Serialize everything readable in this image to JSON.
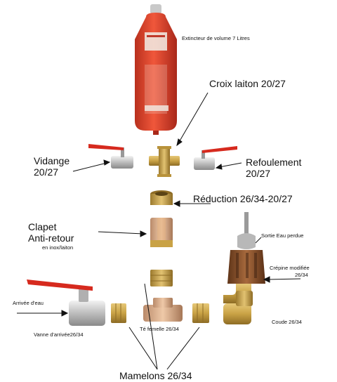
{
  "labels": {
    "extinguisher": "Extincteur de volume 7 Litres",
    "cross": "Croix laiton 20/27",
    "drain_l1": "Vidange",
    "drain_l2": "20/27",
    "discharge_l1": "Refoulement",
    "discharge_l2": "20/27",
    "reducer": "Réduction 26/34-20/27",
    "check_l1": "Clapet",
    "check_l2": "Anti-retour",
    "check_l3": "en inox/laiton",
    "waste_outlet": "Sortie Eau perdue",
    "strainer_l1": "Crépine modifiée",
    "strainer_l2": "26/34",
    "water_inlet": "Arrivée d'eau",
    "inlet_valve": "Vanne d'arrivée26/34",
    "tee": "Té femelle 26/34",
    "elbow": "Coude 26/34",
    "nipples": "Mamelons 26/34"
  },
  "colors": {
    "extinguisher": "#e8472e",
    "brass": "#c9a245",
    "chrome": "#c8c8c8",
    "handle": "#d62a1e",
    "copper": "#9a5b33"
  }
}
